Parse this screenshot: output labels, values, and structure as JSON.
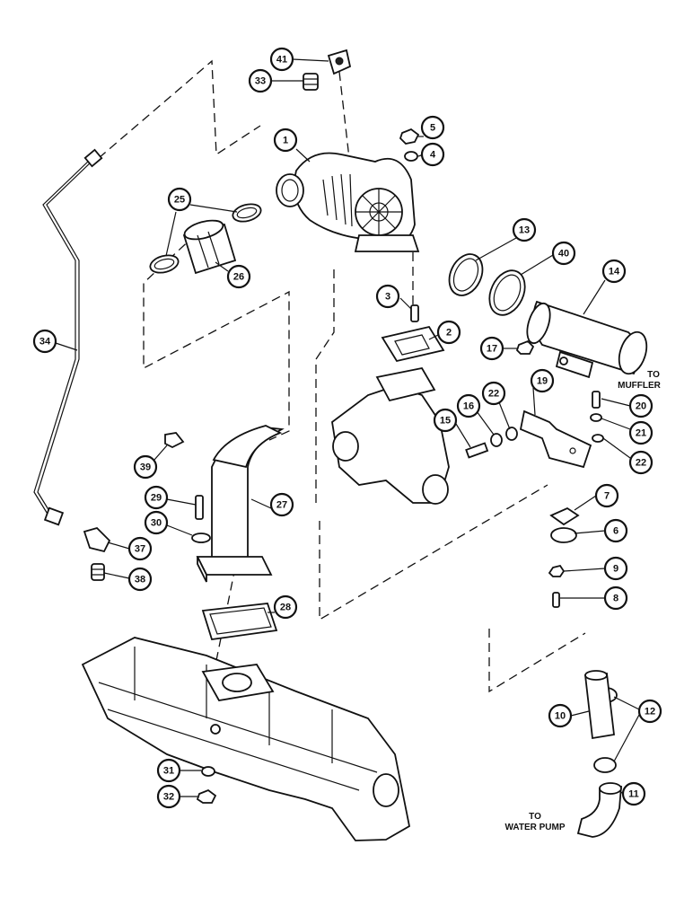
{
  "callouts": [
    {
      "id": "1",
      "label": "1"
    },
    {
      "id": "2",
      "label": "2"
    },
    {
      "id": "3",
      "label": "3"
    },
    {
      "id": "4",
      "label": "4"
    },
    {
      "id": "5",
      "label": "5"
    },
    {
      "id": "6",
      "label": "6"
    },
    {
      "id": "7",
      "label": "7"
    },
    {
      "id": "8",
      "label": "8"
    },
    {
      "id": "9",
      "label": "9"
    },
    {
      "id": "10",
      "label": "10"
    },
    {
      "id": "11",
      "label": "11"
    },
    {
      "id": "12",
      "label": "12"
    },
    {
      "id": "13",
      "label": "13"
    },
    {
      "id": "14",
      "label": "14"
    },
    {
      "id": "15",
      "label": "15"
    },
    {
      "id": "16",
      "label": "16"
    },
    {
      "id": "17",
      "label": "17"
    },
    {
      "id": "19",
      "label": "19"
    },
    {
      "id": "20",
      "label": "20"
    },
    {
      "id": "21",
      "label": "21"
    },
    {
      "id": "22a",
      "label": "22"
    },
    {
      "id": "22b",
      "label": "22"
    },
    {
      "id": "25",
      "label": "25"
    },
    {
      "id": "26",
      "label": "26"
    },
    {
      "id": "27",
      "label": "27"
    },
    {
      "id": "28",
      "label": "28"
    },
    {
      "id": "29",
      "label": "29"
    },
    {
      "id": "30",
      "label": "30"
    },
    {
      "id": "31",
      "label": "31"
    },
    {
      "id": "32",
      "label": "32"
    },
    {
      "id": "33",
      "label": "33"
    },
    {
      "id": "34",
      "label": "34"
    },
    {
      "id": "37",
      "label": "37"
    },
    {
      "id": "38",
      "label": "38"
    },
    {
      "id": "39",
      "label": "39"
    },
    {
      "id": "40",
      "label": "40"
    },
    {
      "id": "41",
      "label": "41"
    }
  ],
  "notes": {
    "muffler_line1": "TO",
    "muffler_line2": "MUFFLER",
    "pump_line1": "TO",
    "pump_line2": "WATER PUMP"
  }
}
